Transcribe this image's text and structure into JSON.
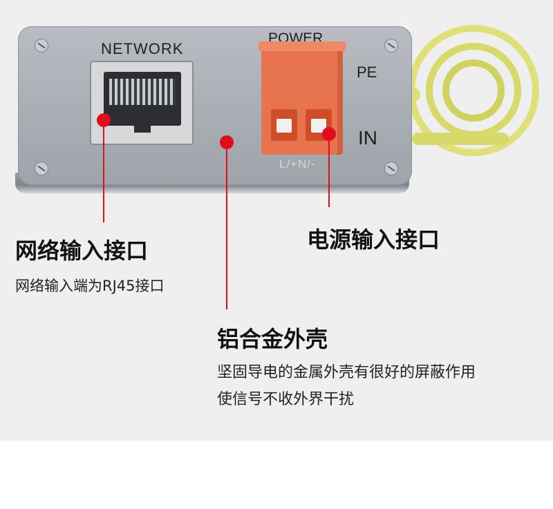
{
  "device": {
    "network_label": "NETWORK",
    "power_label": "POWER",
    "pe_label": "PE",
    "in_label": "IN",
    "terminal_label": "L/+N/-"
  },
  "callouts": [
    {
      "title": "网络输入接口",
      "desc": [
        "网络输入端为RJ45接口"
      ]
    },
    {
      "title": "电源输入接口",
      "desc": []
    },
    {
      "title": "铝合金外壳",
      "desc": [
        "坚固导电的金属外壳有很好的屏蔽作用",
        "使信号不收外界干扰"
      ]
    }
  ],
  "colors": {
    "marker": "#e10d1c",
    "terminal": "#e8734f",
    "ground_wire": "#dfe07a",
    "housing": "#aeb1b7",
    "background": "#efefef"
  }
}
